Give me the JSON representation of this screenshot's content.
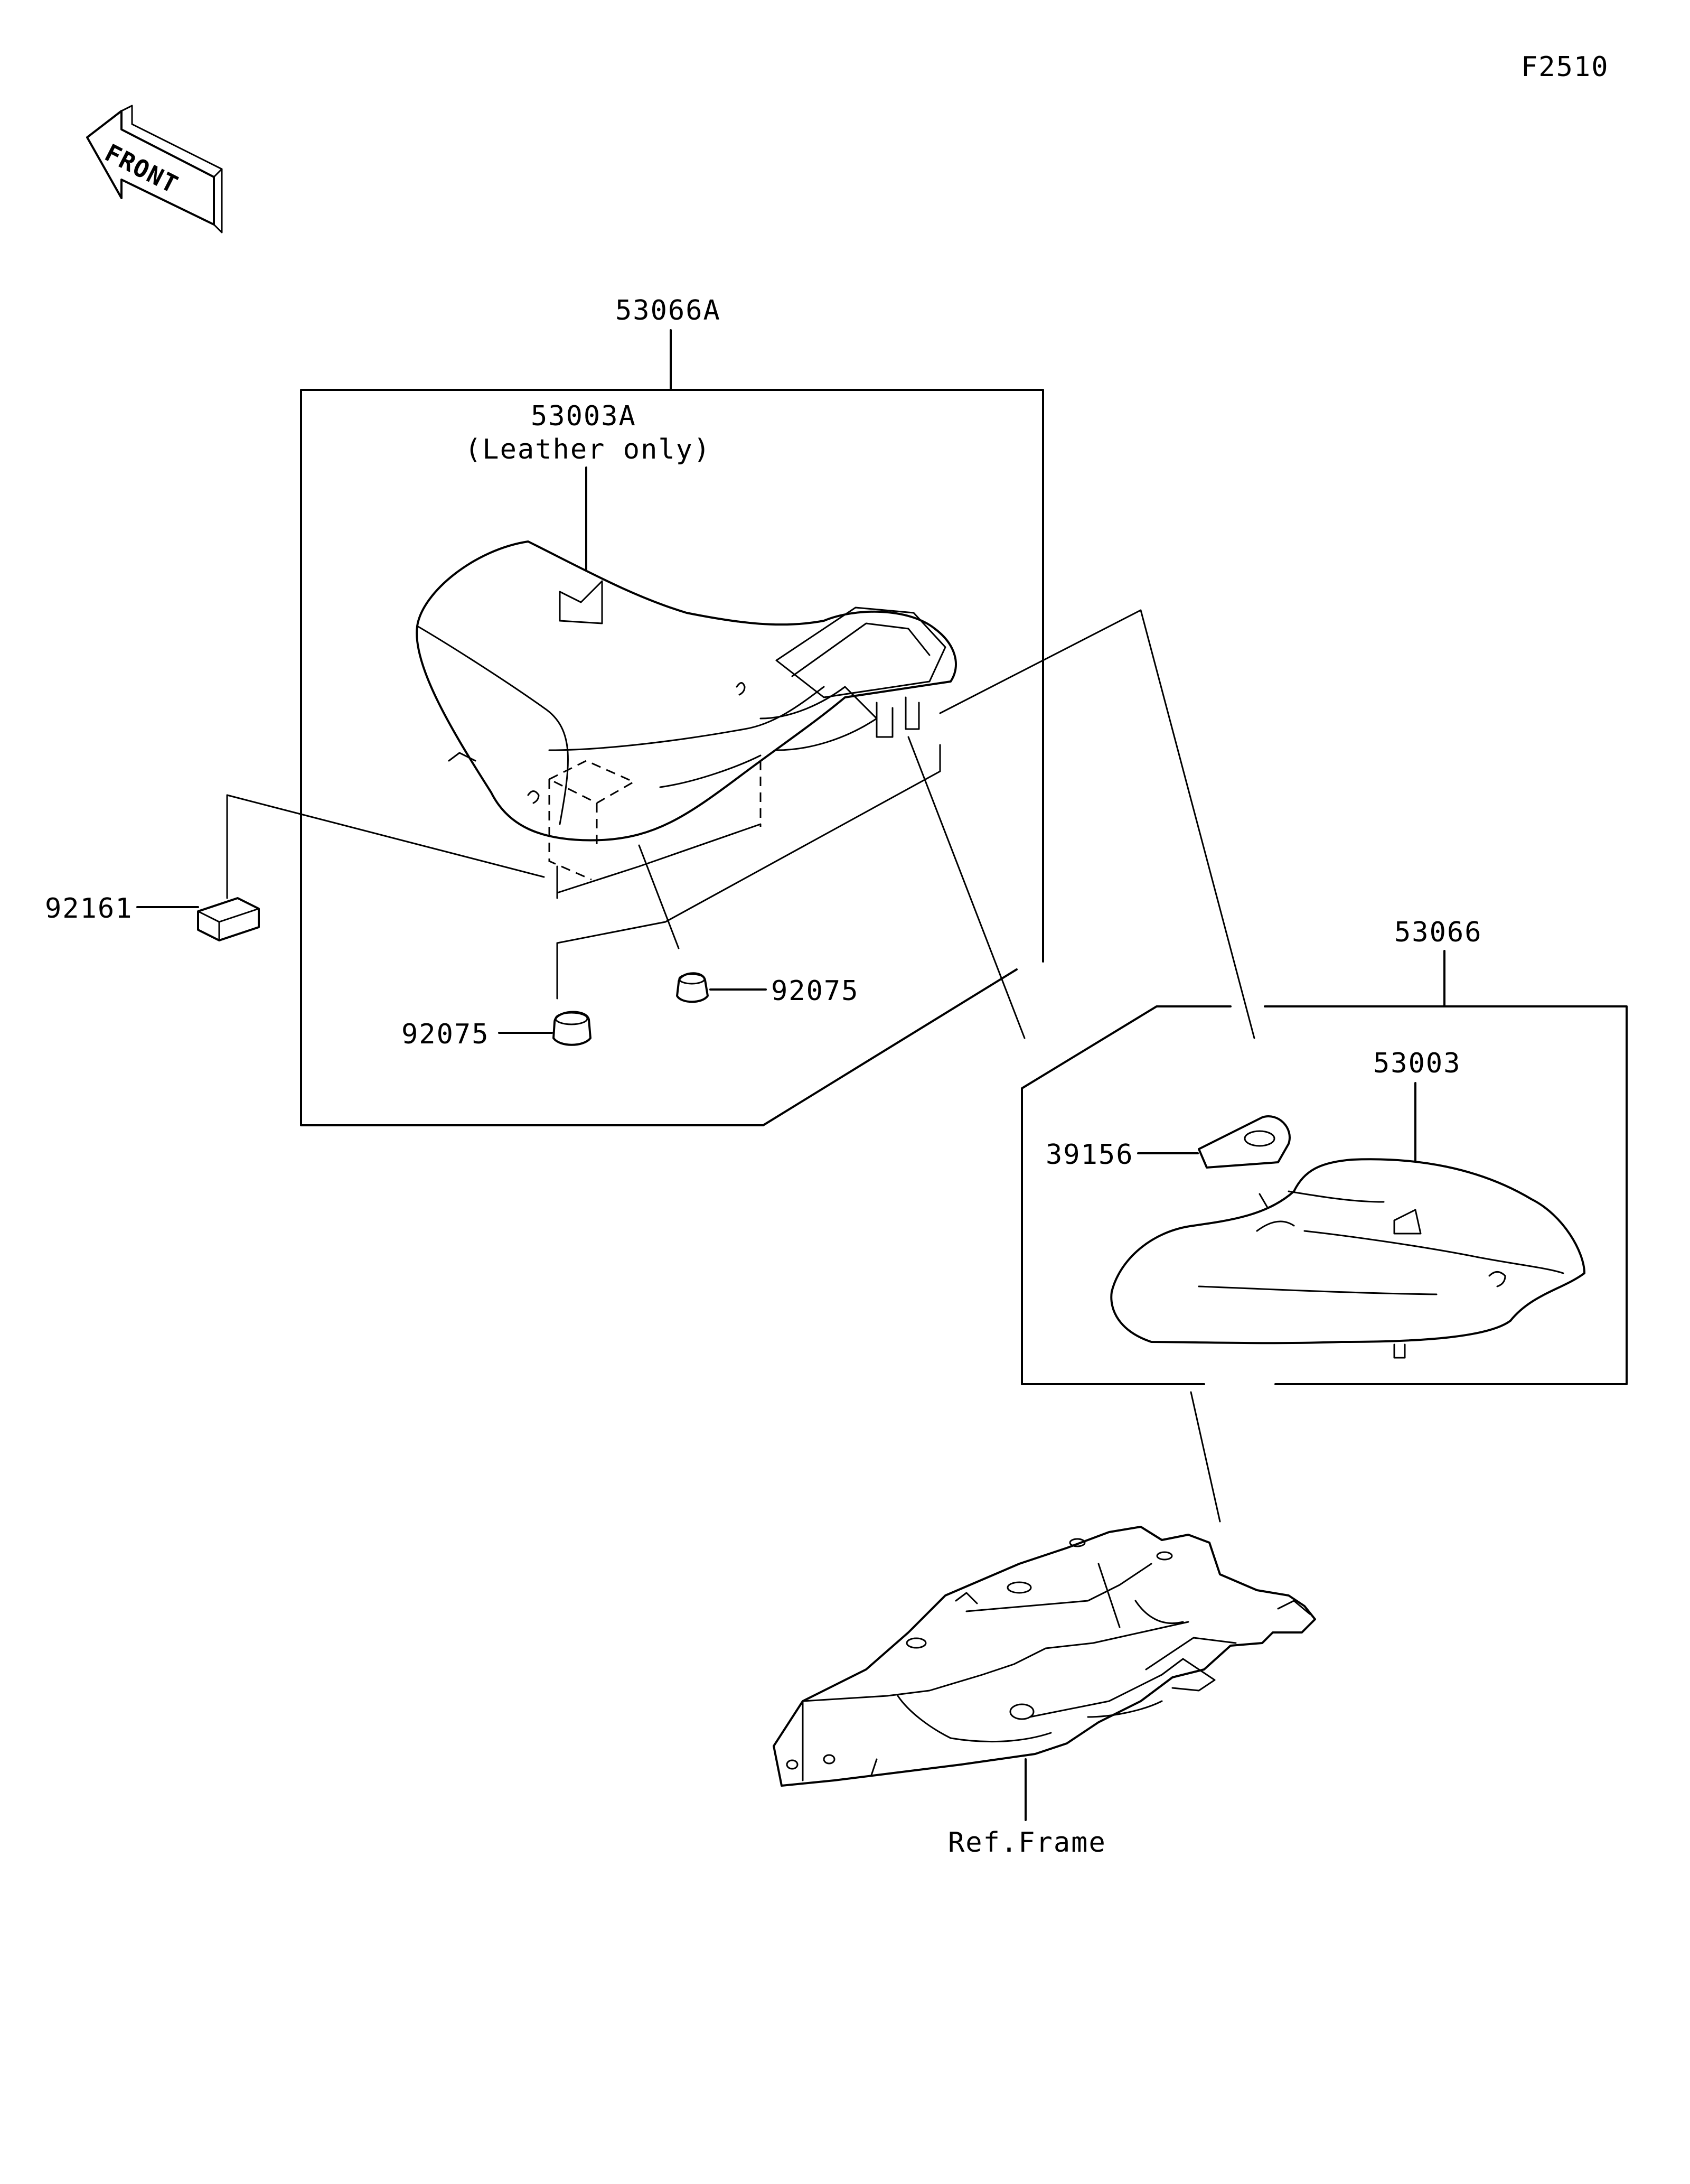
{
  "diagram_id": "F2510",
  "front_label": "FRONT",
  "callouts": {
    "assy_rider_seat": "53066A",
    "rider_seat_cover": "53003A",
    "rider_seat_cover_note": "(Leather only)",
    "damper_left": "92161",
    "rubber_a": "92075",
    "rubber_b": "92075",
    "assy_pillion_seat": "53066",
    "pillion_seat_cover": "53003",
    "pillion_pad": "39156",
    "ref_frame": "Ref.Frame"
  }
}
